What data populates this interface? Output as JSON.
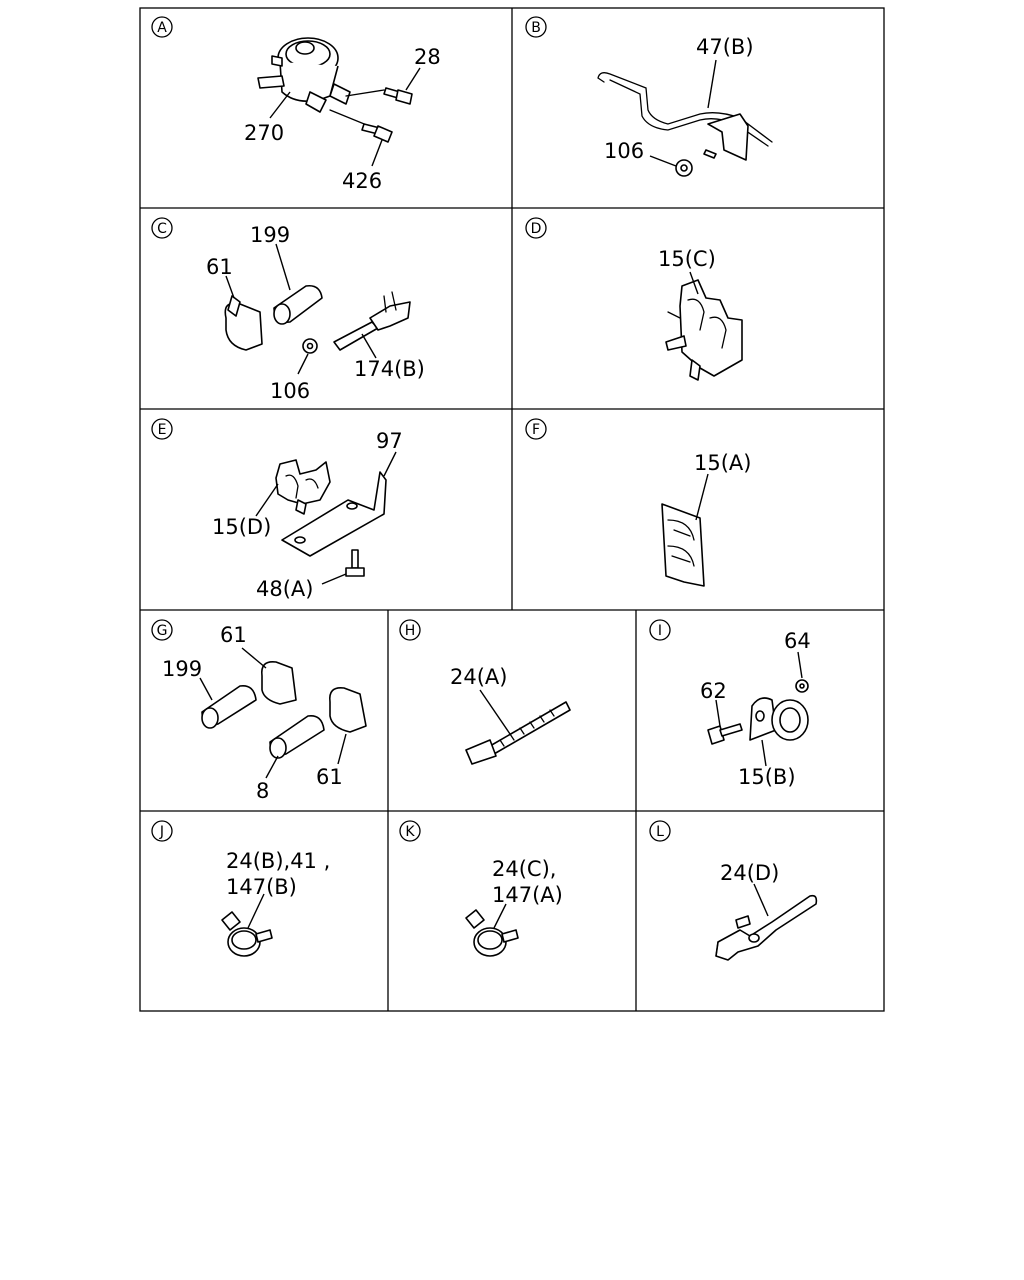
{
  "panels": [
    {
      "letter": "A",
      "labels": [
        "28",
        "270",
        "426"
      ]
    },
    {
      "letter": "B",
      "labels": [
        "47(B)",
        "106"
      ]
    },
    {
      "letter": "C",
      "labels": [
        "199",
        "61",
        "106",
        "174(B)"
      ]
    },
    {
      "letter": "D",
      "labels": [
        "15(C)"
      ]
    },
    {
      "letter": "E",
      "labels": [
        "97",
        "15(D)",
        "48(A)"
      ]
    },
    {
      "letter": "F",
      "labels": [
        "15(A)"
      ]
    },
    {
      "letter": "G",
      "labels": [
        "61",
        "199",
        "8",
        "61"
      ]
    },
    {
      "letter": "H",
      "labels": [
        "24(A)"
      ]
    },
    {
      "letter": "I",
      "labels": [
        "64",
        "62",
        "15(B)"
      ]
    },
    {
      "letter": "J",
      "labels": [
        "24(B),41 ,",
        "147(B)"
      ]
    },
    {
      "letter": "K",
      "labels": [
        "24(C),",
        "147(A)"
      ]
    },
    {
      "letter": "L",
      "labels": [
        "24(D)"
      ]
    }
  ]
}
